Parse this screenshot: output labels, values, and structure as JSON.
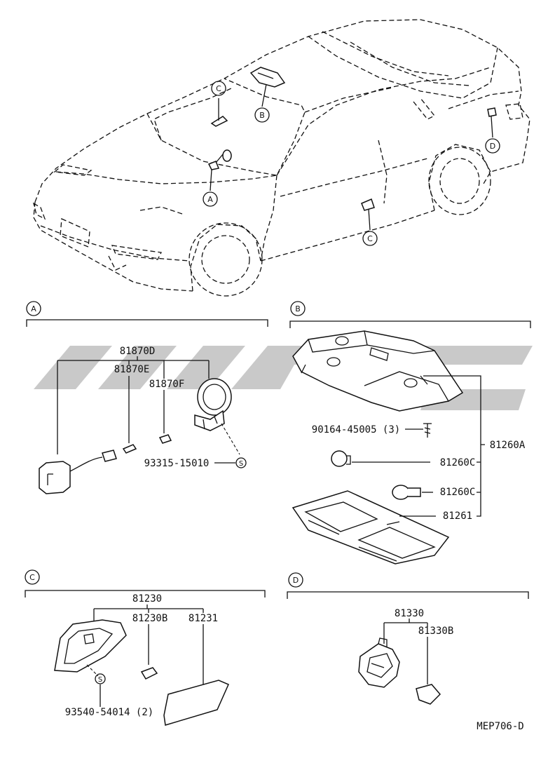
{
  "callouts": {
    "a": "A",
    "b": "B",
    "c": "C",
    "d": "D",
    "s": "S"
  },
  "section_a": {
    "label": "A",
    "parts": {
      "p81870d": "81870D",
      "p81870e": "81870E",
      "p81870f": "81870F",
      "p93315": "93315-15010"
    }
  },
  "section_b": {
    "label": "B",
    "parts": {
      "p90164": "90164-45005 (3)",
      "p81260a": "81260A",
      "p81260c_1": "81260C",
      "p81260c_2": "81260C",
      "p81261": "81261"
    }
  },
  "section_c": {
    "label": "C",
    "parts": {
      "p81230": "81230",
      "p81230b": "81230B",
      "p81231": "81231",
      "p93540": "93540-54014 (2)"
    }
  },
  "section_d": {
    "label": "D",
    "parts": {
      "p81330": "81330",
      "p81330b": "81330B"
    }
  },
  "footer": {
    "code": "MEP706-D"
  },
  "colors": {
    "line": "#111111",
    "watermark": "#c9c9c9"
  }
}
